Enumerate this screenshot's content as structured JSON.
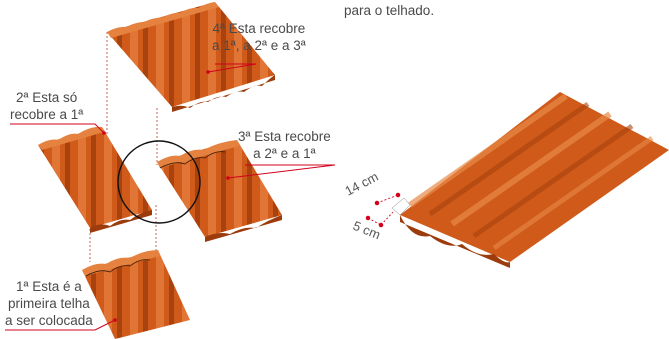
{
  "caption_fragment": "para o telhado.",
  "labels": {
    "tile4": [
      "4ª Esta recobre",
      "a 1ª, a 2ª e a 3ª"
    ],
    "tile2": [
      "2ª Esta só",
      "recobre a 1ª"
    ],
    "tile3": [
      "3ª Esta recobre",
      "a 2ª e a 1ª"
    ],
    "tile1": [
      "1ª Esta é a",
      "primeira telha",
      "a ser colocada"
    ]
  },
  "dimensions": {
    "overlap_length": "14 cm",
    "overlap_side": "5 cm"
  },
  "colors": {
    "tile": "#cf5a1a",
    "tile_dark": "#9c3c0c",
    "tile_light": "#e27a3a",
    "leader_line": "#d0021b",
    "guide_line": "#c0392b"
  }
}
